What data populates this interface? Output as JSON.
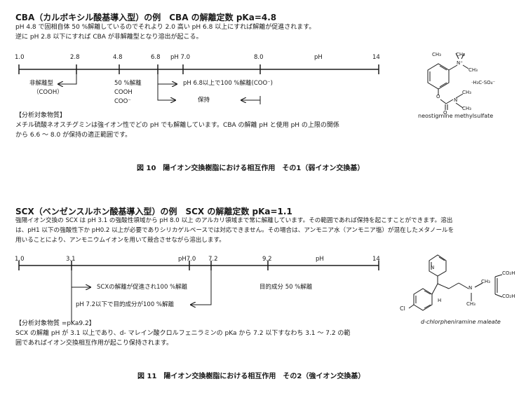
{
  "section1": {
    "title": "CBA（カルボキシル酸基導入型）の例　CBA の解離定数 pKa=4.8",
    "desc": [
      "pH 4.8 で固相自体 50 %解離しているのでそれより 2.0 高い pH 6.8 以上にすれば解離が促進されます。",
      "逆に pH 2.8 以下にすれば CBA が非解離型となり溶出が起こる。"
    ],
    "axis_labels": [
      "1.0",
      "2.8",
      "4.8",
      "6.8",
      "pH 7.0",
      "8.0",
      "pH",
      "14"
    ],
    "left_note": [
      "非解離型",
      "（COOH）"
    ],
    "mid_note": [
      "50 %解離",
      "COOH",
      "COO⁻"
    ],
    "right_note": "pH 6.8以上で100 %解離(COO⁻)",
    "keep_label": "保持",
    "analyte_heading": "【分析対象物質】",
    "analyte_text": [
      "メチル硫酸ネオスチグミンは強イオン性でどの pH でも解離しています。CBA の解離 pH と使用 pH の上限の関係",
      "から 6.6 ～ 8.0 が保持の適正範囲です。"
    ],
    "molecule": {
      "name": "neostigmine methylsulfate",
      "atoms": [
        "CH₃",
        "CH₃",
        "N⁺",
        "CH₃",
        "O",
        "O",
        "N",
        "CH₃",
        "CH₃",
        "·H₃C-SO₄⁻"
      ]
    },
    "caption": "図 10　陽イオン交換樹脂における相互作用　その1（弱イオン交換基）"
  },
  "section2": {
    "title": "SCX（ベンゼンスルホン酸基導入型）の例　SCX の解離定数 pKa=1.1",
    "desc": [
      "強陽イオン交換の SCX は pH 3.1 の強酸性領域から pH 8.0 以上 のアルカリ領域まで常に解離しています。その範囲であれば保持を起こすことができます。溶出",
      "は、pH1 以下の強酸性下か pH0.2 以上が必要でありシリカゲルベースでは対応できません。その場合は、アンモニア水（アンモニア塩）が混在したメタノールを",
      "用いることにより、アンモニウムイオンを用いて競合させながら溶出します。"
    ],
    "axis_labels": [
      "1.0",
      "3.1",
      "pH7.0",
      "7.2",
      "9.2",
      "pH",
      "14"
    ],
    "arrow1_text": "SCXの解離が促進され100 %解離",
    "arrow2_text": "pH 7.2以下で目的成分が100 %解離",
    "target_note": "目的成分 50 %解離",
    "analyte_heading": "【分析対象物質 =pKa9.2】",
    "analyte_text": [
      "SCX の解離 pH が 3.1 以上であり、d- マレイン酸クロルフェニラミンの pKa から 7.2 以下すなわち 3.1 ～ 7.2 の範",
      "囲であればイオン交換相互作用が起こり保持されます。"
    ],
    "molecule": {
      "name": "d-chlorpheniramine maleate",
      "atoms": [
        "N",
        "H",
        "N",
        "CH₃",
        "CH₃",
        "Cl",
        "CO₂H",
        "CO₂H"
      ]
    },
    "caption": "図 11　陽イオン交換樹脂における相互作用　その2（強イオン交換基）"
  }
}
